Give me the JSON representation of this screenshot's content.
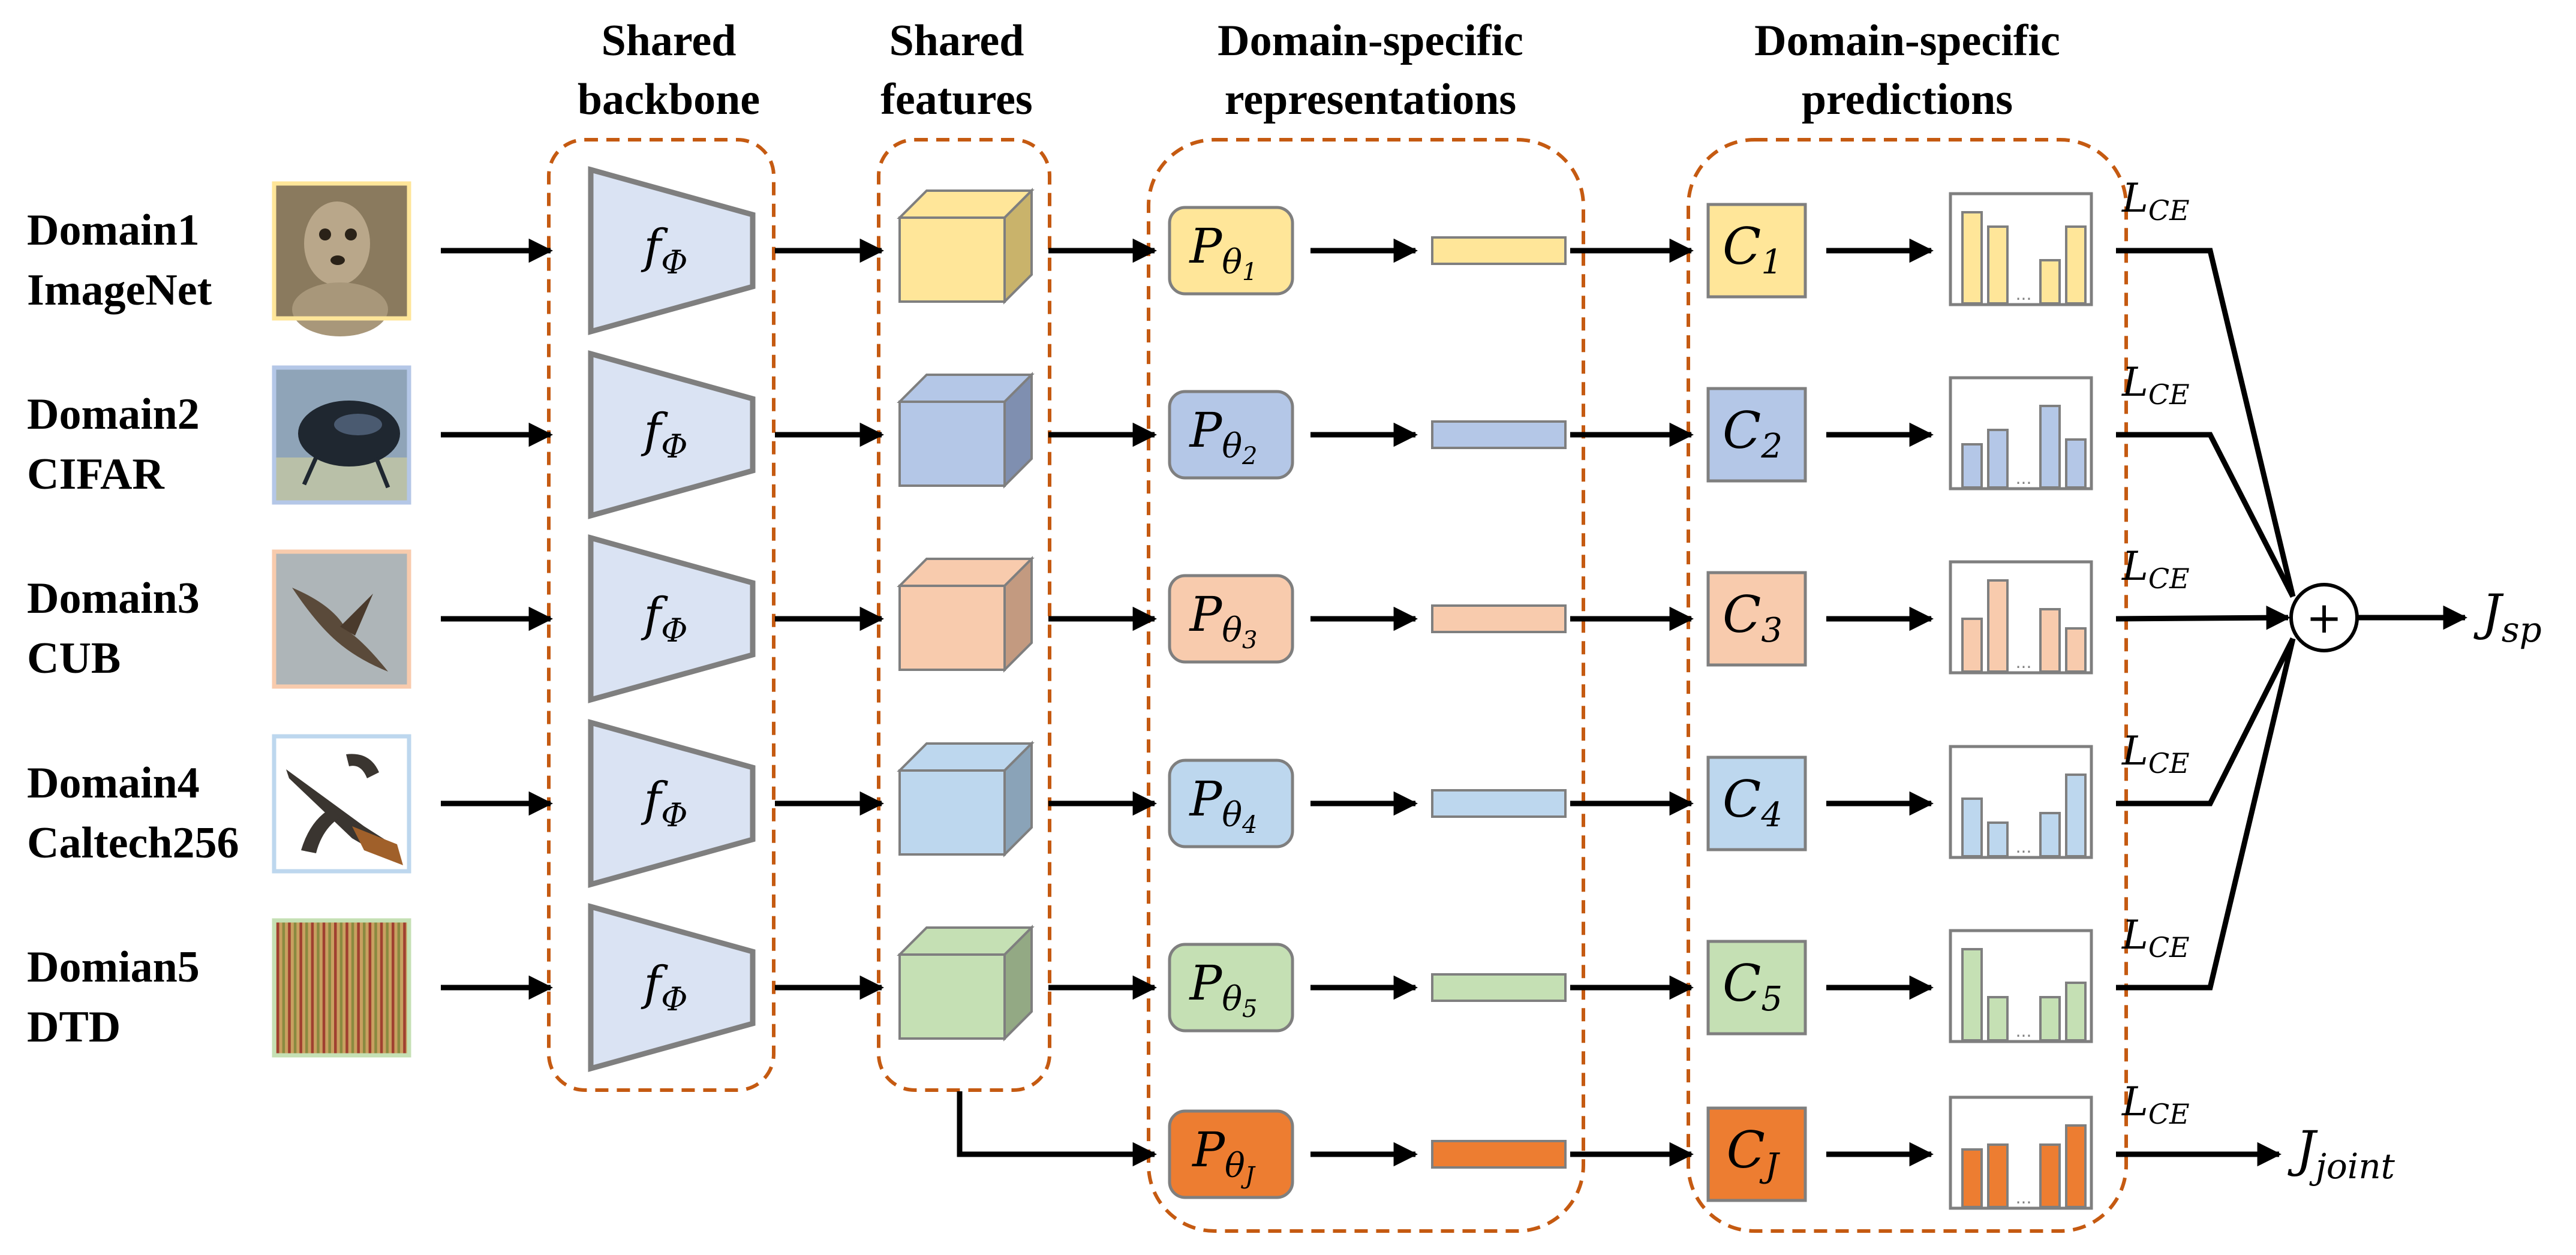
{
  "headers": {
    "backbone": [
      "Shared",
      "backbone"
    ],
    "features": [
      "Shared",
      "features"
    ],
    "representations": [
      "Domain-specific",
      "representations"
    ],
    "predictions": [
      "Domain-specific",
      "predictions"
    ]
  },
  "colors": {
    "imagenet": "#ffe699",
    "cifar": "#b4c7e7",
    "cub": "#f8cbad",
    "caltech": "#bdd7ee",
    "dtd": "#c5e0b4",
    "joint": "#ed7d31",
    "backbone": "#dae3f3",
    "dashed_border": "#c55a11"
  },
  "domains": [
    {
      "name": "Domain1",
      "dataset": "ImageNet",
      "icon": "meerkat-image",
      "proj_sub": "1",
      "cls_sub": "1",
      "loss": "L",
      "loss_sub": "CE",
      "bars": [
        0.95,
        0.8,
        0,
        0.45,
        0.8
      ]
    },
    {
      "name": "Domain2",
      "dataset": "CIFAR",
      "icon": "beetle-image",
      "proj_sub": "2",
      "cls_sub": "2",
      "loss": "L",
      "loss_sub": "CE",
      "bars": [
        0.45,
        0.6,
        0,
        0.85,
        0.5
      ]
    },
    {
      "name": "Domain3",
      "dataset": "CUB",
      "icon": "bird-image",
      "proj_sub": "3",
      "cls_sub": "3",
      "loss": "L",
      "loss_sub": "CE",
      "bars": [
        0.55,
        0.95,
        0,
        0.65,
        0.45
      ]
    },
    {
      "name": "Domain4",
      "dataset": "Caltech256",
      "icon": "rifle-image",
      "proj_sub": "4",
      "cls_sub": "4",
      "loss": "L",
      "loss_sub": "CE",
      "bars": [
        0.6,
        0.35,
        0,
        0.45,
        0.85
      ]
    },
    {
      "name": "Domian5",
      "dataset": "DTD",
      "icon": "striped-texture-image",
      "proj_sub": "5",
      "cls_sub": "5",
      "loss": "L",
      "loss_sub": "CE",
      "bars": [
        0.95,
        0.45,
        0,
        0.45,
        0.6
      ]
    }
  ],
  "joint": {
    "proj_sub": "J",
    "cls_sub": "J",
    "loss": "L",
    "loss_sub": "CE",
    "bars": [
      0.6,
      0.65,
      0,
      0.65,
      0.85
    ],
    "output": "J",
    "output_sub": "joint"
  },
  "backbone_label": {
    "main": "f",
    "sub": "Φ"
  },
  "proj_label": {
    "main": "P",
    "sub": "θ"
  },
  "cls_label": "C",
  "sum_symbol": "+",
  "output_sp": {
    "main": "J",
    "sub": "sp"
  },
  "ellipsis": "..."
}
